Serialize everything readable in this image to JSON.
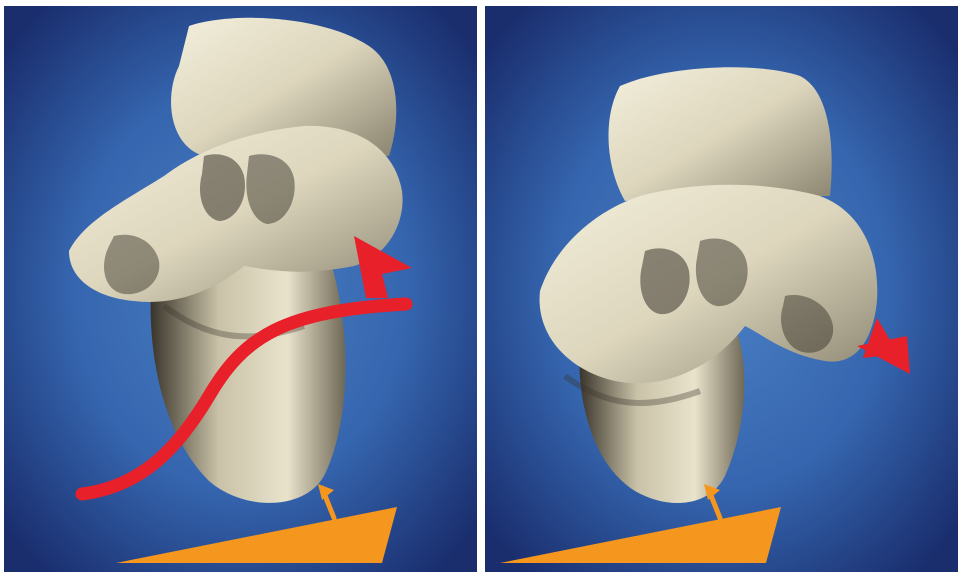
{
  "figure": {
    "panels": [
      {
        "view": "left",
        "subject": "3d-bone-render",
        "annotations": [
          "curved-red-arrow-rotation",
          "orange-pointer-arrow",
          "orange-wedge"
        ]
      },
      {
        "view": "right",
        "subject": "3d-bone-render",
        "annotations": [
          "red-arrow-down-right",
          "orange-pointer-arrow",
          "orange-wedge"
        ]
      }
    ],
    "colors": {
      "background_center": "#4a7fc4",
      "background_edge": "#1a2e6e",
      "bone": "#e8e2cc",
      "bone_shadow": "#2e2a22",
      "red_arrow": "#e8202a",
      "orange": "#f5961e"
    }
  }
}
